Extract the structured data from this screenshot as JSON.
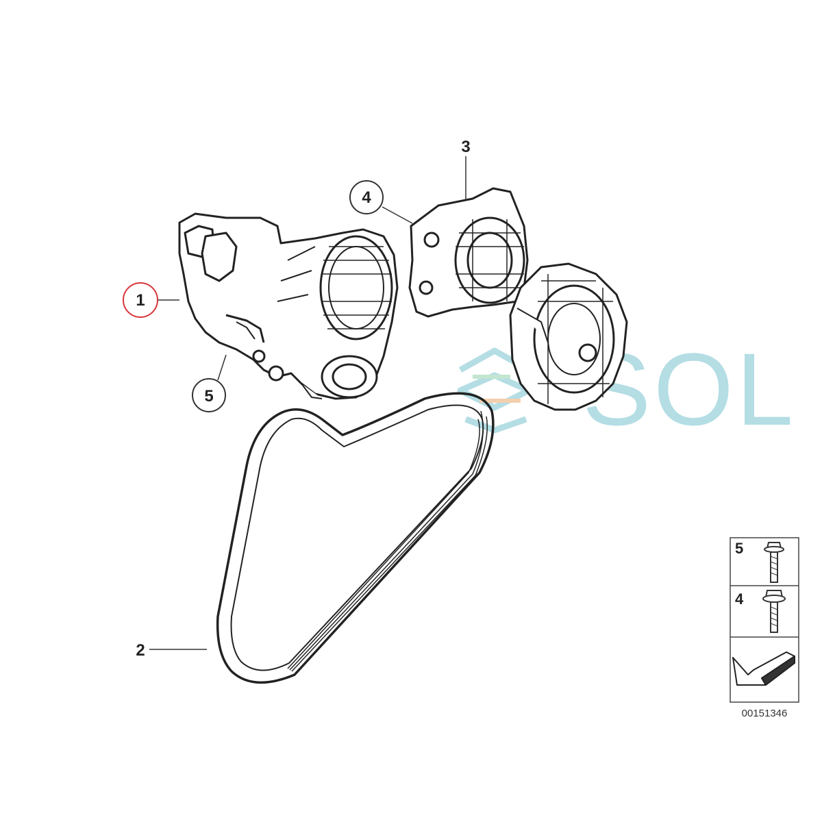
{
  "callouts": {
    "c1": "1",
    "c2": "2",
    "c3": "3",
    "c4": "4",
    "c5": "5"
  },
  "legend": {
    "row_top": "5",
    "row_mid": "4"
  },
  "diagram_id": "00151346",
  "watermark": {
    "text": "SOL",
    "color": "#a8d8e0"
  },
  "colors": {
    "highlight_circle": "#d9343a",
    "line": "#222222"
  }
}
